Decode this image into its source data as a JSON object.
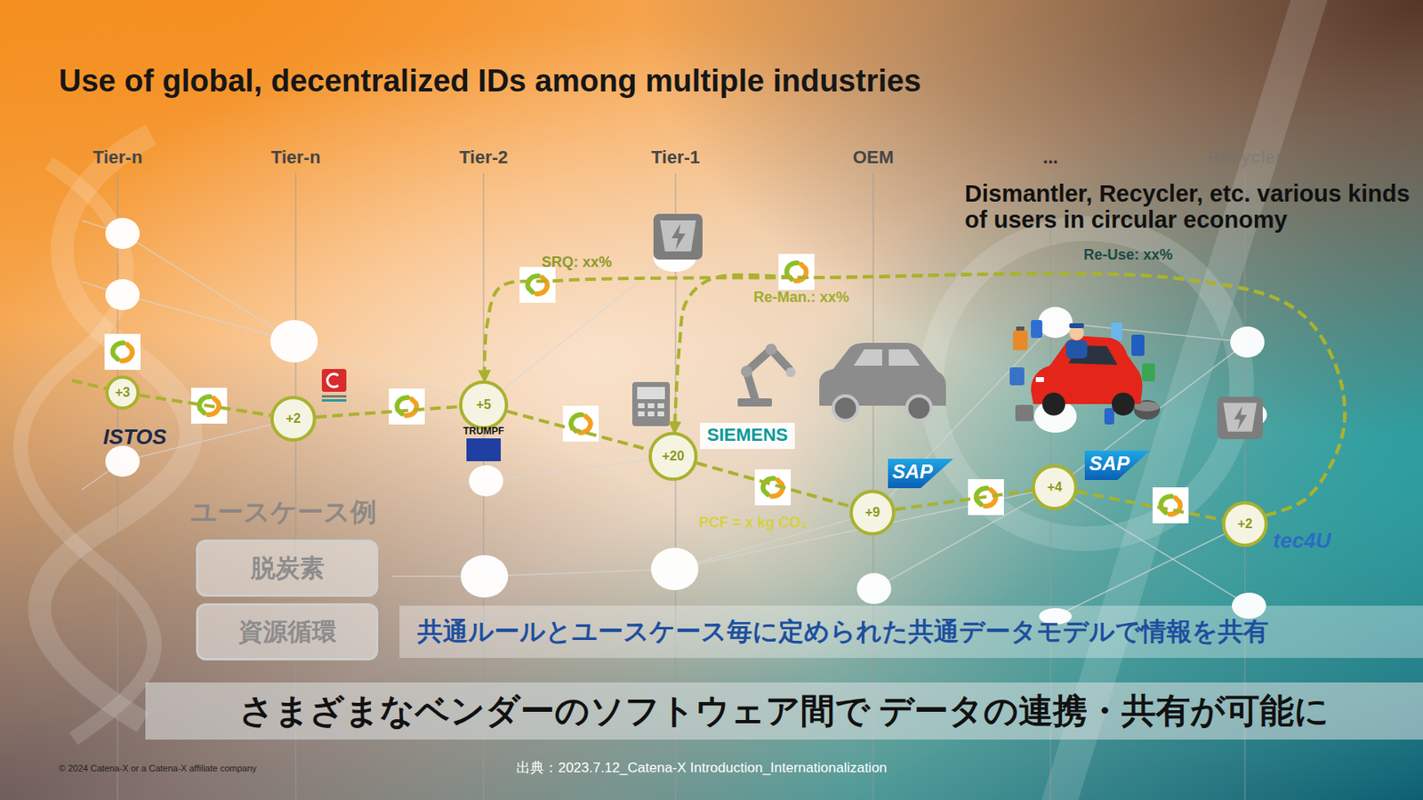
{
  "diagram": {
    "title": "Use of global, decentralized IDs among multiple industries",
    "nodes": [
      {
        "text": [
          "+3"
        ]
      },
      {
        "text": [
          "+2"
        ]
      },
      {
        "text": [
          "+5"
        ]
      },
      {
        "text": [
          "+20"
        ]
      },
      {
        "text": [
          "+9"
        ]
      },
      {
        "text": [
          "+4"
        ]
      },
      {
        "text": [
          "+2"
        ]
      },
      {
        "text": [
          "脱炭素"
        ]
      },
      {
        "text": [
          "資源循環"
        ]
      },
      {
        "text": [
          "共通ルールとユースケース毎に定められた共通データモデルで情報を共有"
        ]
      },
      {
        "text": [
          "さまざまなベンダーのソフトウェア間で データの連携・共有が可能に"
        ]
      }
    ],
    "edges": [
      {
        "from": 0,
        "to": 1,
        "arrow": "none"
      },
      {
        "from": 1,
        "to": 2,
        "arrow": "none"
      },
      {
        "from": 2,
        "to": 3,
        "arrow": "none"
      },
      {
        "from": 3,
        "to": 4,
        "label": "PCF = x kg CO₂",
        "arrow": "none"
      },
      {
        "from": 4,
        "to": 5,
        "arrow": "none"
      },
      {
        "from": 5,
        "to": 6,
        "arrow": "none"
      },
      {
        "from": 6,
        "to": 2,
        "label": "SRQ: xx%",
        "arrow": "to"
      },
      {
        "from": 6,
        "to": 3,
        "label": "Re-Man.: xx%",
        "arrow": "to"
      }
    ],
    "labels": [
      "Tier-n",
      "Tier-n",
      "Tier-2",
      "Tier-1",
      "OEM",
      "...",
      "Recycler",
      "Dismantler, Recycler, etc. various kinds of users in circular economy",
      "Re-Use: xx%",
      "ユースケース例",
      "ISTOS",
      "TRUMPF",
      "SIEMENS",
      "SAP",
      "SAP",
      "tec4U",
      "© 2024 Catena-X or a Catena-X affiliate company",
      "出典：2023.7.12_Catena-X Introduction_Internationalization"
    ]
  }
}
